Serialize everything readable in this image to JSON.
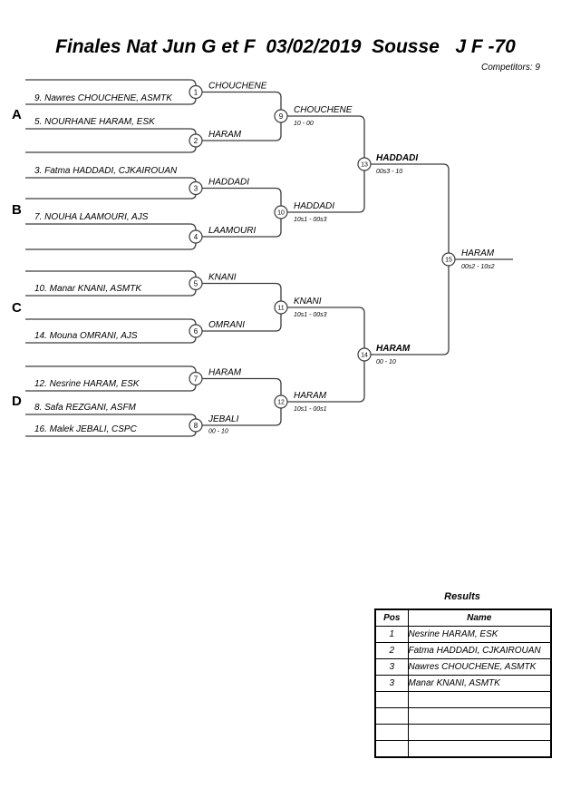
{
  "header": {
    "title": "Finales Nat Jun G et F  03/02/2019  Sousse   J F -70",
    "competitors_label": "Competitors: 9"
  },
  "bracket": {
    "section_labels": [
      "A",
      "B",
      "C",
      "D"
    ],
    "competitors": [
      "9. Nawres CHOUCHENE, ASMTK",
      "5. NOURHANE HARAM, ESK",
      "3. Fatma HADDADI, CJKAIROUAN",
      "7. NOUHA LAAMOURI, AJS",
      "10. Manar KNANI, ASMTK",
      "14. Mouna OMRANI, AJS",
      "12. Nesrine HARAM, ESK",
      "8. Safa REZGANI, ASFM",
      "16. Malek JEBALI, CSPC"
    ],
    "matches": [
      {
        "number": "1",
        "winner": "CHOUCHENE",
        "score": ""
      },
      {
        "number": "2",
        "winner": "HARAM",
        "score": ""
      },
      {
        "number": "3",
        "winner": "HADDADI",
        "score": ""
      },
      {
        "number": "4",
        "winner": "LAAMOURI",
        "score": ""
      },
      {
        "number": "5",
        "winner": "KNANI",
        "score": ""
      },
      {
        "number": "6",
        "winner": "OMRANI",
        "score": ""
      },
      {
        "number": "7",
        "winner": "HARAM",
        "score": ""
      },
      {
        "number": "8",
        "winner": "JEBALI",
        "score": "00 - 10"
      },
      {
        "number": "9",
        "winner": "CHOUCHENE",
        "score": "10 - 00"
      },
      {
        "number": "10",
        "winner": "HADDADI",
        "score": "10s1 - 00s3"
      },
      {
        "number": "11",
        "winner": "KNANI",
        "score": "10s1 - 00s3"
      },
      {
        "number": "12",
        "winner": "HARAM",
        "score": "10s1 - 00s1"
      },
      {
        "number": "13",
        "winner": "HADDADI",
        "score": "00s3 - 10"
      },
      {
        "number": "14",
        "winner": "HARAM",
        "score": "00 - 10"
      },
      {
        "number": "15",
        "winner": "HARAM",
        "score": "00s2 - 10s2"
      }
    ]
  },
  "results": {
    "title": "Results",
    "headers": {
      "pos": "Pos",
      "name": "Name"
    },
    "rows": [
      {
        "pos": "1",
        "name": "Nesrine HARAM, ESK"
      },
      {
        "pos": "2",
        "name": "Fatma HADDADI, CJKAIROUAN"
      },
      {
        "pos": "3",
        "name": "Nawres CHOUCHENE, ASMTK"
      },
      {
        "pos": "3",
        "name": "Manar KNANI, ASMTK"
      },
      {
        "pos": "",
        "name": ""
      },
      {
        "pos": "",
        "name": ""
      },
      {
        "pos": "",
        "name": ""
      },
      {
        "pos": "",
        "name": ""
      }
    ]
  }
}
